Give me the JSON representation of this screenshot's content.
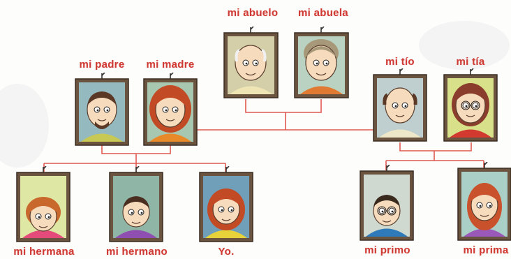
{
  "title": "",
  "tree": {
    "grandfather": "mi abuelo",
    "grandmother": "mi abuela",
    "father": "mi padre",
    "mother": "mi madre",
    "uncle": "mi tío",
    "aunt": "mi tía",
    "sister": "mi hermana",
    "brother": "mi hermano",
    "me": "Yo.",
    "cousin_male": "mi primo",
    "cousin_female": "mi prima"
  },
  "colors": {
    "label_red": "#cf3a34",
    "connector_red": "#e05a50",
    "frame_brown": "#6a5440",
    "skin": "#f6dbbd"
  }
}
